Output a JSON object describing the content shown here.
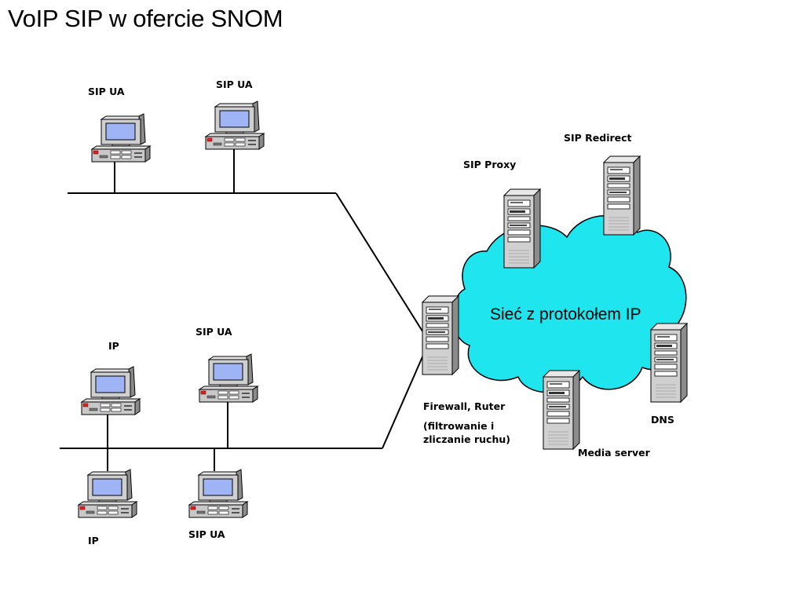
{
  "title": "VoIP SIP w ofercie SNOM",
  "network_label": "Sieć z protokołem IP",
  "nodes": {
    "pc_top_left": "SIP UA",
    "pc_top_right": "SIP UA",
    "pc_mid_left": "IP",
    "pc_mid_right": "SIP UA",
    "pc_bottom_left": "IP",
    "pc_bottom_right": "SIP UA",
    "sip_proxy": "SIP Proxy",
    "sip_redirect": "SIP Redirect",
    "firewall_line1": "Firewall, Ruter",
    "firewall_line2": "(filtrowanie i",
    "firewall_line3": "zliczanie ruchu)",
    "dns": "DNS",
    "media_server": "Media server"
  },
  "colors": {
    "cloud_fill": "#1ee5ee",
    "screen_fill": "#9fb4f5",
    "device_gray": "#c8c8c8",
    "power_led": "#e02020"
  }
}
